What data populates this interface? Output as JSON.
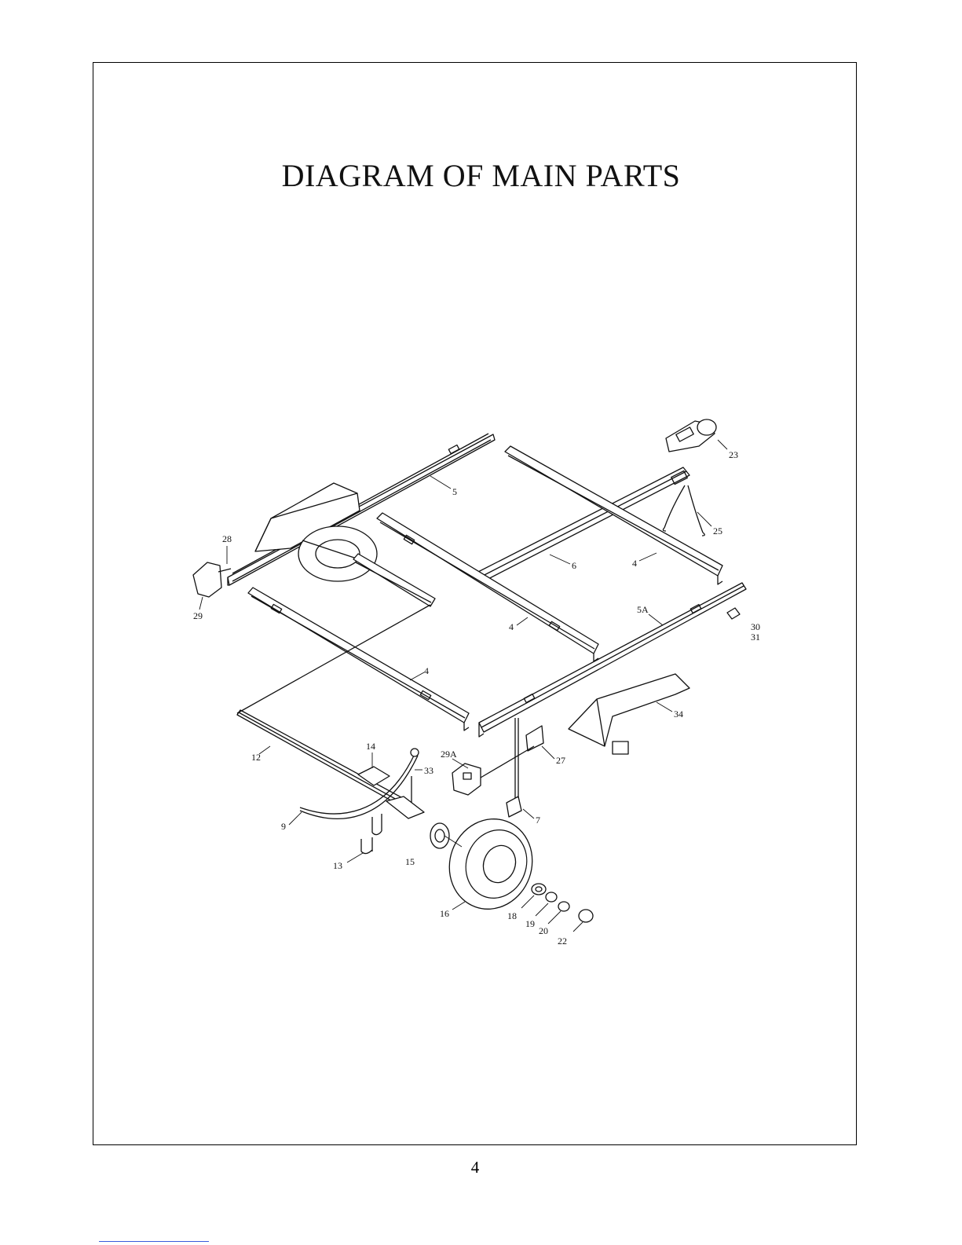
{
  "title": "DIAGRAM OF MAIN PARTS",
  "page_number": "4",
  "part_labels": [
    {
      "id": "23",
      "text": "23"
    },
    {
      "id": "5",
      "text": "5"
    },
    {
      "id": "25",
      "text": "25"
    },
    {
      "id": "28",
      "text": "28"
    },
    {
      "id": "6",
      "text": "6"
    },
    {
      "id": "4a",
      "text": "4"
    },
    {
      "id": "29",
      "text": "29"
    },
    {
      "id": "5A",
      "text": "5A"
    },
    {
      "id": "30",
      "text": "30"
    },
    {
      "id": "31",
      "text": "31"
    },
    {
      "id": "4b",
      "text": "4"
    },
    {
      "id": "4c",
      "text": "4"
    },
    {
      "id": "34",
      "text": "34"
    },
    {
      "id": "14",
      "text": "14"
    },
    {
      "id": "12",
      "text": "12"
    },
    {
      "id": "29A",
      "text": "29A"
    },
    {
      "id": "27",
      "text": "27"
    },
    {
      "id": "33",
      "text": "33"
    },
    {
      "id": "7",
      "text": "7"
    },
    {
      "id": "9",
      "text": "9"
    },
    {
      "id": "13",
      "text": "13"
    },
    {
      "id": "15",
      "text": "15"
    },
    {
      "id": "16",
      "text": "16"
    },
    {
      "id": "18",
      "text": "18"
    },
    {
      "id": "19",
      "text": "19"
    },
    {
      "id": "20",
      "text": "20"
    },
    {
      "id": "22",
      "text": "22"
    }
  ]
}
